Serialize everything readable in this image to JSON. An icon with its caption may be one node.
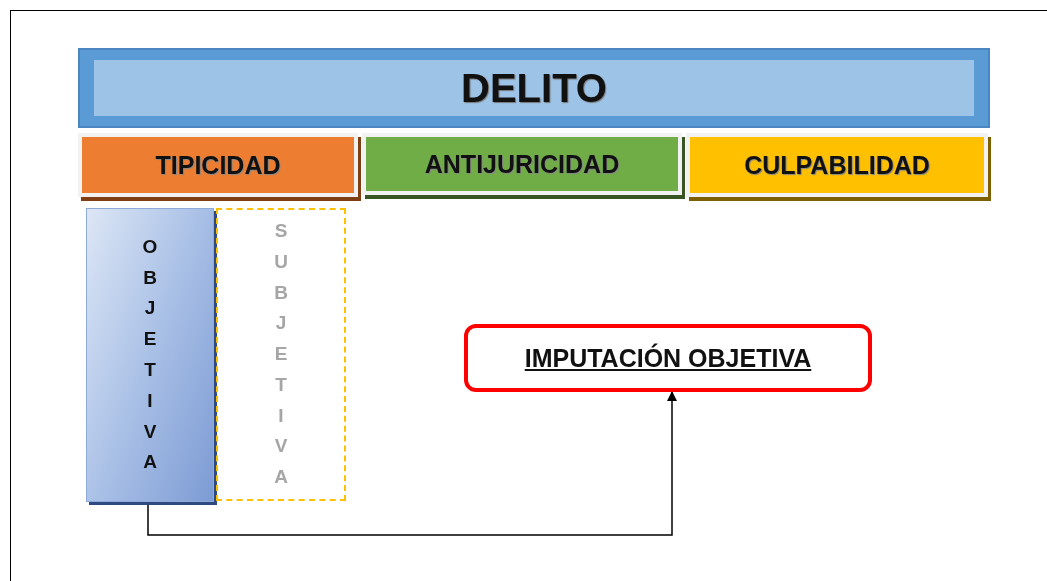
{
  "diagram": {
    "nodes": [
      {
        "text": [
          "DELITO"
        ]
      },
      {
        "text": [
          "TIPICIDAD"
        ]
      },
      {
        "text": [
          "ANTIJURICIDAD"
        ]
      },
      {
        "text": [
          "CULPABILIDAD"
        ]
      },
      {
        "text": [
          "OBJETIVA"
        ]
      },
      {
        "text": [
          "SUBJETIVA"
        ]
      },
      {
        "text": [
          "IMPUTACIÓN OBJETIVA"
        ]
      }
    ],
    "edges": [
      {
        "from": 4,
        "to": 6,
        "arrow": "to"
      }
    ]
  }
}
